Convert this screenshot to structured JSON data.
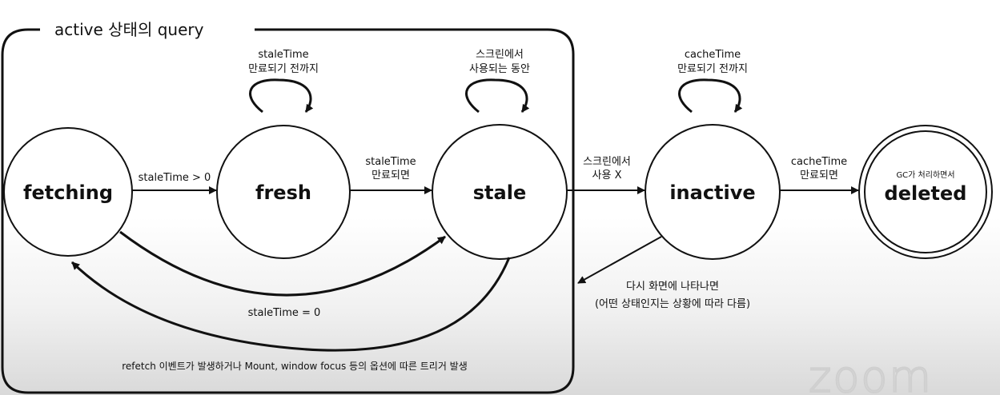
{
  "group": {
    "label": "active 상태의 query"
  },
  "states": {
    "fetching": "fetching",
    "fresh": "fresh",
    "stale": "stale",
    "inactive": "inactive",
    "deleted": "deleted",
    "deleted_note": "GC가 처리하면서"
  },
  "loops": {
    "fresh": {
      "line1": "staleTime",
      "line2": "만료되기 전까지"
    },
    "stale": {
      "line1": "스크린에서",
      "line2": "사용되는 동안"
    },
    "inactive": {
      "line1": "cacheTime",
      "line2": "만료되기 전까지"
    }
  },
  "transitions": {
    "fetching_to_fresh": "staleTime > 0",
    "fresh_to_stale": {
      "line1": "staleTime",
      "line2": "만료되면"
    },
    "stale_to_inactive": {
      "line1": "스크린에서",
      "line2": "사용 X"
    },
    "inactive_to_deleted": {
      "line1": "cacheTime",
      "line2": "만료되면"
    },
    "fetching_to_stale": "staleTime = 0",
    "inactive_back": {
      "line1": "다시 화면에 나타나면",
      "line2": "(어떤 상태인지는 상황에 따라 다름)"
    }
  },
  "footnote": "refetch 이벤트가 발생하거나 Mount, window focus 등의 옵션에 따른 트리거 발생",
  "watermark": "zoom"
}
